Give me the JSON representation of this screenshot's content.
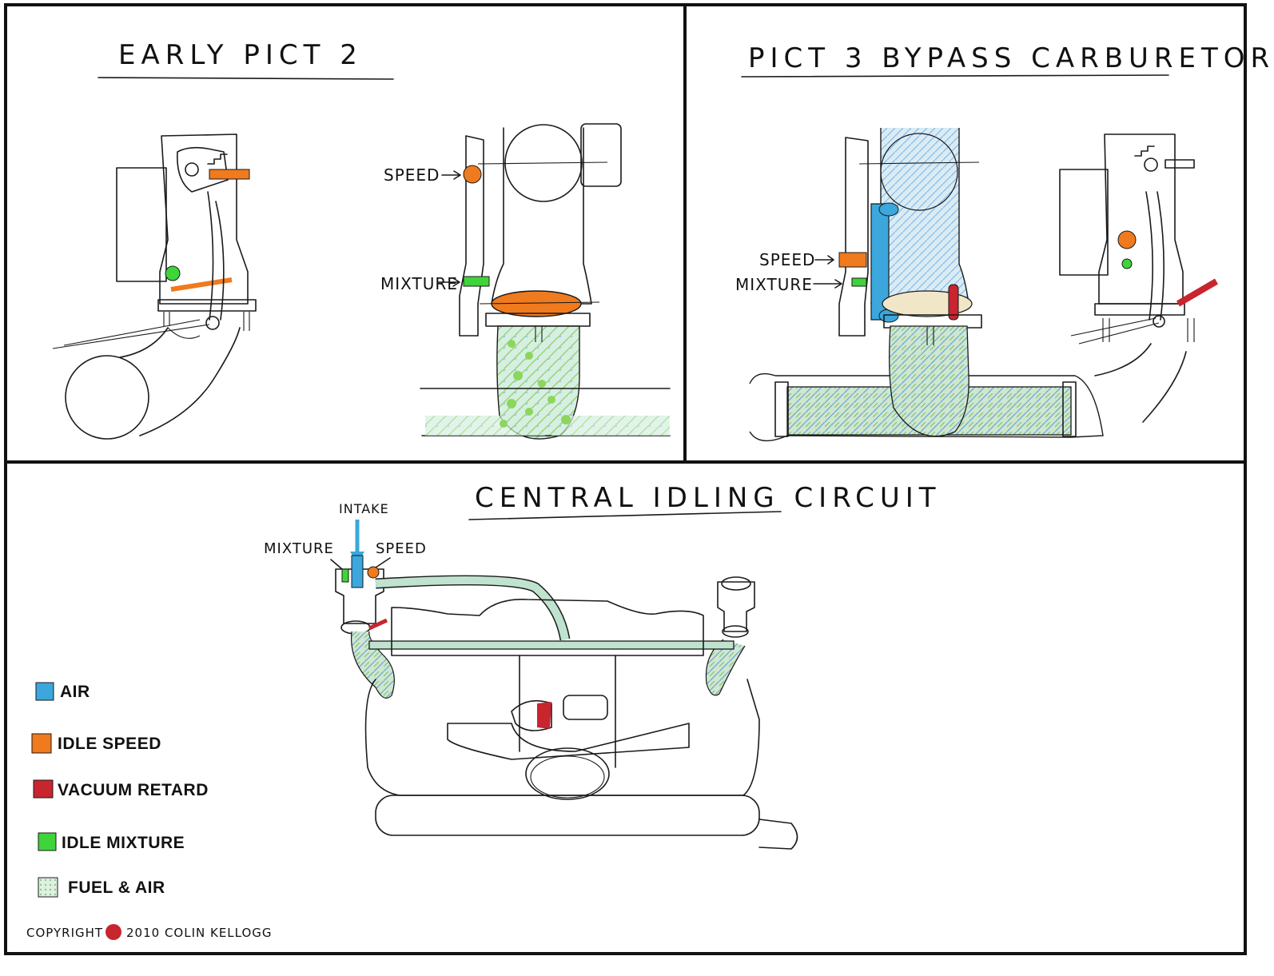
{
  "panels": {
    "early": {
      "title": "EARLY   PICT 2",
      "speed_label": "SPEED",
      "mixture_label": "MIXTURE"
    },
    "bypass": {
      "title": "PICT 3    BYPASS  CARBURETOR",
      "speed_label": "SPEED",
      "mixture_label": "MIXTURE"
    },
    "central": {
      "title": "CENTRAL  IDLING  CIRCUIT",
      "intake_label": "INTAKE",
      "mixture_label": "MIXTURE",
      "speed_label": "SPEED"
    }
  },
  "legend": [
    {
      "label": "AIR",
      "color": "#3ba7dc"
    },
    {
      "label": "IDLE SPEED",
      "color": "#f07a1e"
    },
    {
      "label": "VACUUM RETARD",
      "color": "#c8252e"
    },
    {
      "label": "IDLE MIXTURE",
      "color": "#3fd43a"
    },
    {
      "label": "FUEL & AIR",
      "color": "#bfe3cf"
    }
  ],
  "copyright": {
    "prefix": "COPYRIGHT",
    "year_author": "2010  COLIN KELLOGG"
  },
  "colors": {
    "air": "#3ba7dc",
    "speed": "#f07a1e",
    "retard": "#c8252e",
    "mixture": "#3fd43a",
    "fuel_air": "#bfe3cf"
  }
}
